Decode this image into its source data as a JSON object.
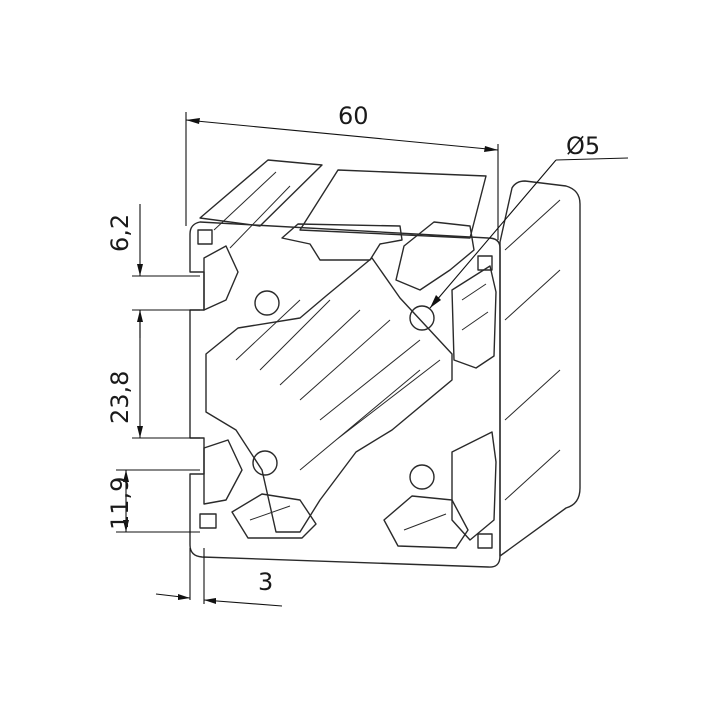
{
  "drawing": {
    "dimensions": {
      "width": "60",
      "diameter": "Ø5",
      "slot_opening": "6,2",
      "slot_spacing": "23,8",
      "edge_offset": "11,9",
      "wall_thickness": "3"
    }
  },
  "colors": {
    "face": "#f3f3f3",
    "side_light": "#e3e3e3",
    "side_mid": "#cfcfcf",
    "side_dark": "#a9a9a9",
    "outline": "#2a2a2a",
    "dimension": "#111111"
  }
}
